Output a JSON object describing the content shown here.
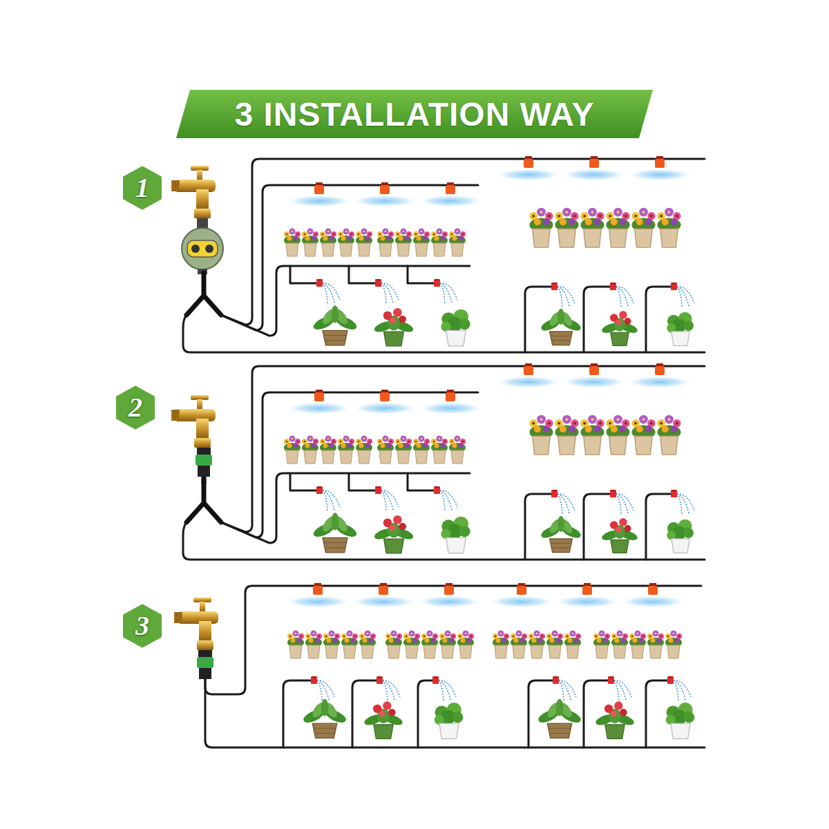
{
  "diagram": {
    "title": "3 INSTALLATION WAY",
    "nodes": [
      {
        "text": [
          "1"
        ]
      },
      {
        "text": [
          "2"
        ]
      },
      {
        "text": [
          "3"
        ]
      }
    ]
  }
}
